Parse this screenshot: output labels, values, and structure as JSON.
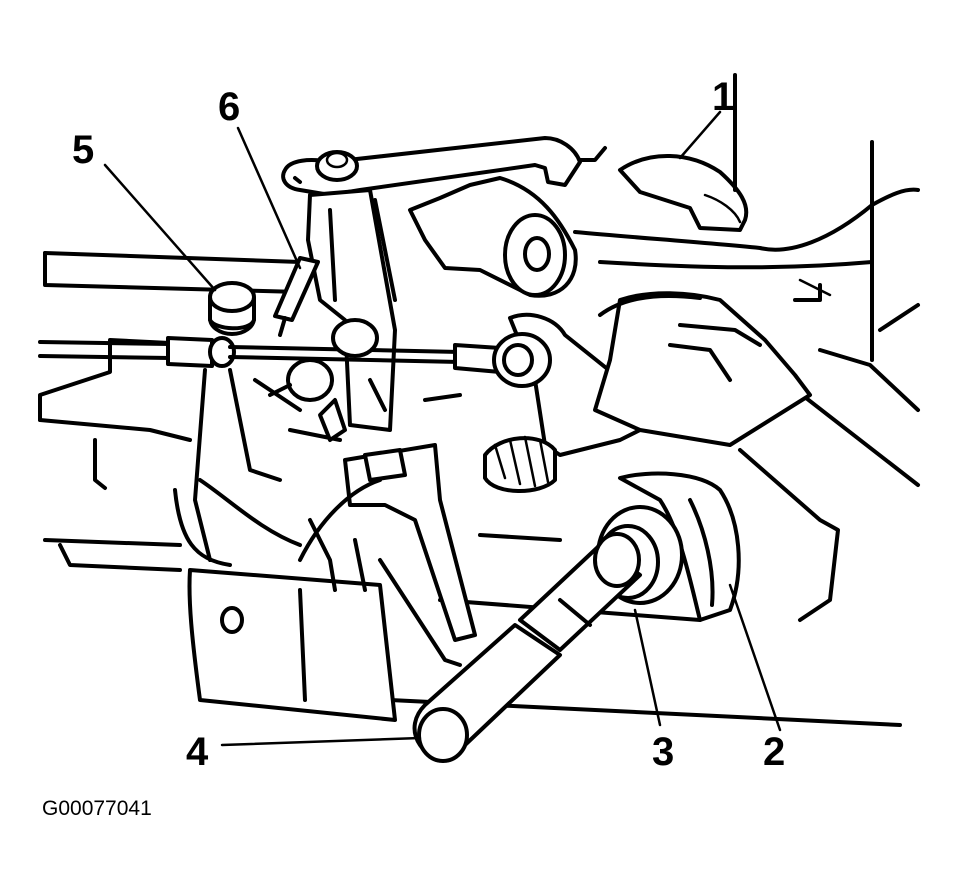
{
  "figure_id": "G00077041",
  "callouts": [
    {
      "id": "c1",
      "label": "1"
    },
    {
      "id": "c2",
      "label": "2"
    },
    {
      "id": "c3",
      "label": "3"
    },
    {
      "id": "c4",
      "label": "4"
    },
    {
      "id": "c5",
      "label": "5"
    },
    {
      "id": "c6",
      "label": "6"
    }
  ]
}
